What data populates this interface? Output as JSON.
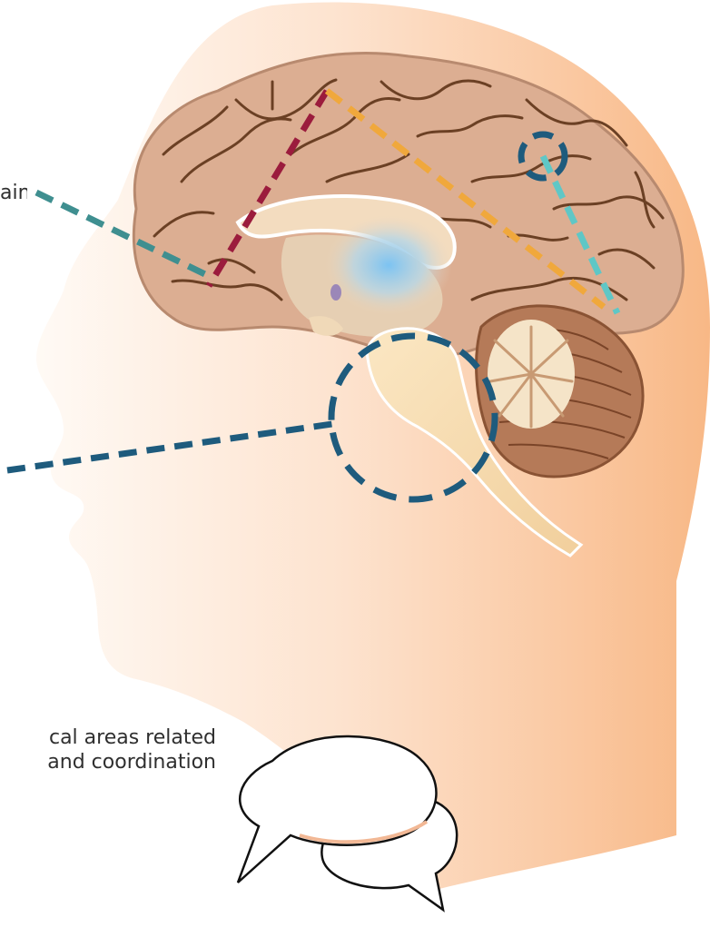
{
  "labels": {
    "top": "ain",
    "bottom_line1": "cal areas related",
    "bottom_line2": "and coordination"
  },
  "colors": {
    "skin_light": "#fff6ee",
    "skin_dark": "#f8b886",
    "brain_fill": "#dcae92",
    "brain_sulci": "#6b4024",
    "cerebellum_fill": "#b57a58",
    "brainstem_fill": "#f6dcae",
    "thalamus_glow": "#8fc8f0",
    "marker_crimson": "#9b1c3d",
    "marker_orange": "#f0a83c",
    "marker_teal": "#3f8f90",
    "marker_aqua": "#5fc7c6",
    "marker_navy": "#1e5b7d"
  },
  "icons": [
    "head-silhouette",
    "brain-sagittal-section",
    "cerebellum",
    "brainstem",
    "speech-bubble-icon"
  ]
}
